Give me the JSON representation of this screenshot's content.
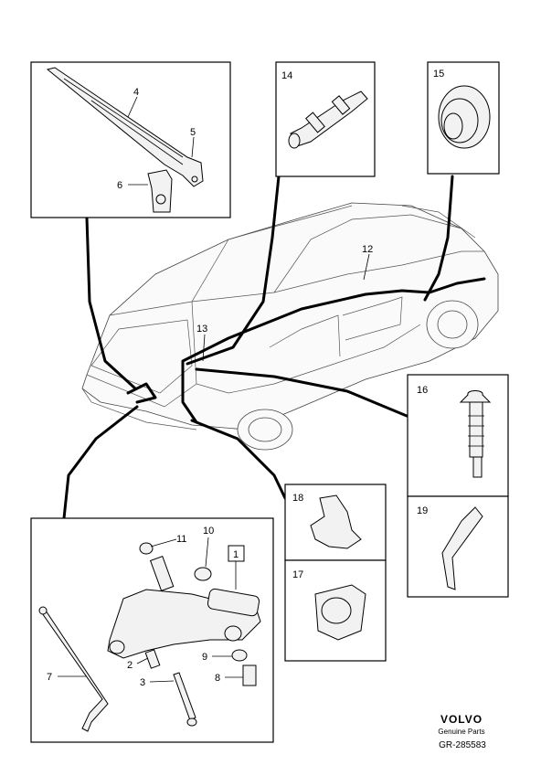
{
  "callouts": {
    "c1": "1",
    "c2": "2",
    "c3": "3",
    "c4": "4",
    "c5": "5",
    "c6": "6",
    "c7": "7",
    "c8": "8",
    "c9": "9",
    "c10": "10",
    "c11": "11",
    "c12": "12",
    "c13": "13",
    "c14": "14",
    "c15": "15",
    "c16": "16",
    "c17": "17",
    "c18": "18",
    "c19": "19"
  },
  "footer": {
    "brand": "VOLVO",
    "subtitle": "Genuine Parts",
    "reference": "GR-285583"
  }
}
